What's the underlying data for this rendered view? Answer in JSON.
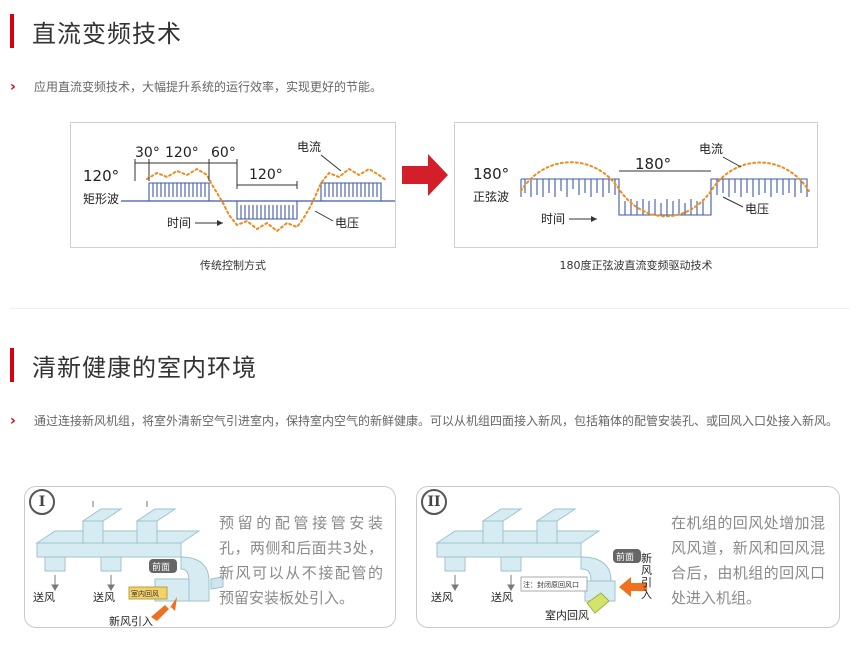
{
  "section1": {
    "title": "直流变频技术",
    "description": "应用直流变频技术，大幅提升系统的运行效率，实现更好的节能。",
    "left_diagram": {
      "caption": "传统控制方式",
      "angle_label": "120°",
      "wave_name": "矩形波",
      "seg_a": "30°",
      "seg_b": "120°",
      "seg_c": "60°",
      "seg_d": "120°",
      "current": "电流",
      "voltage": "电压",
      "time": "时间"
    },
    "right_diagram": {
      "caption": "180度正弦波直流变频驱动技术",
      "angle_label": "180°",
      "wave_name": "正弦波",
      "mid_label": "180°",
      "current": "电流",
      "voltage": "电压",
      "time": "时间"
    }
  },
  "section2": {
    "title": "清新健康的室内环境",
    "description": "通过连接新风机组，将室外清新空气引进室内，保持室内空气的新鲜健康。可以从机组四面接入新风，包括箱体的配管安装孔、或回风入口处接入新风。",
    "cards": [
      {
        "numeral": "I",
        "text": "预留的配管接管安装孔，两侧和后面共3处，新风可以从不接配管的预留安装板处引入。",
        "labels": {
          "front": "前面",
          "return_air": "室内回风",
          "supply1": "送风",
          "supply2": "送风",
          "fresh": "新风引入"
        }
      },
      {
        "numeral": "II",
        "text": "在机组的回风处增加混风风道，新风和回风混合后，由机组的回风口处进入机组。",
        "labels": {
          "front": "前面",
          "note": "注：封闭原回风口",
          "return_air": "室内回风",
          "supply1": "送风",
          "supply2": "送风",
          "fresh": "新风引入"
        }
      }
    ]
  },
  "colors": {
    "accent": "#d7000f",
    "wave": "#3f5aa8",
    "current": "#f08c1e",
    "duct": "#cfe6ee",
    "arrow_orange": "#f07020"
  }
}
